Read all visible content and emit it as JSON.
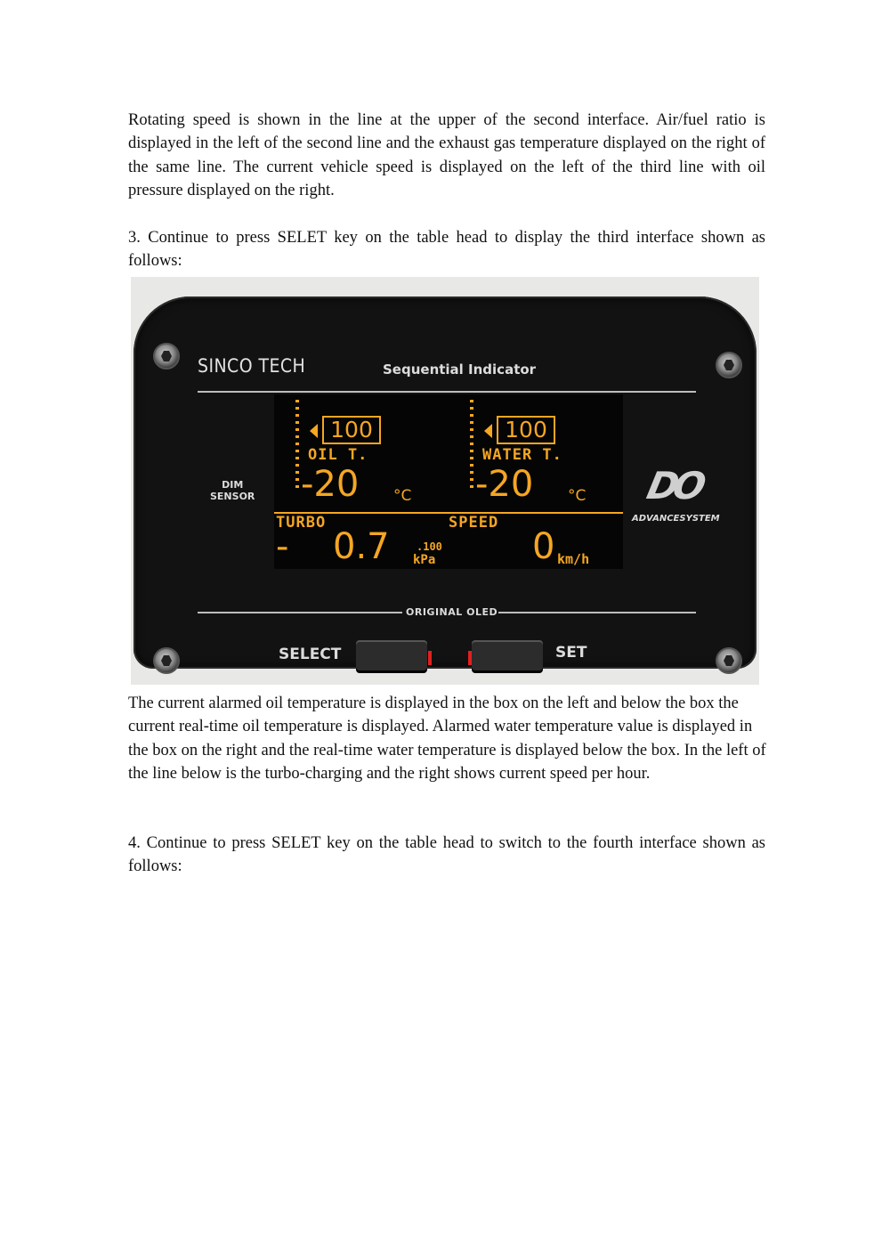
{
  "paragraphs": {
    "p1": "Rotating speed is shown in the line at the upper of the second interface. Air/fuel ratio is displayed in the left of the second line and the exhaust gas temperature displayed on the right of the same line. The current vehicle speed is displayed on the left of the third line with oil pressure displayed on the right.",
    "p2": "3. Continue to press SELET key on the table head to display the third interface shown as follows:",
    "p3": "The current alarmed oil temperature is displayed in the box on the left and below the box the current real-time oil temperature is displayed. Alarmed water temperature value is displayed in the box on the right and the real-time water temperature is displayed below the box. In the left of the line below is the turbo-charging and the right shows current speed per hour.",
    "p4": "4. Continue to press SELET key on the table head to switch to the fourth interface shown as follows:"
  },
  "device": {
    "brand": "SINCO TECH",
    "subtitle": "Sequential Indicator",
    "dim_sensor": "DIM\nSENSOR",
    "logo": "DO",
    "logo_sub": "ADVANCESYSTEM",
    "oled_label": "ORIGINAL OLED",
    "select_label": "SELECT",
    "set_label": "SET",
    "display": {
      "oil_alarm": "100",
      "oil_label": "OIL T.",
      "oil_value": "-20",
      "oil_unit": "°C",
      "water_alarm": "100",
      "water_label": "WATER T.",
      "water_value": "-20",
      "water_unit": "°C",
      "turbo_label": "TURBO",
      "turbo_sign": "-",
      "turbo_value": "0.7",
      "turbo_unit_scale": ".100",
      "turbo_unit": "kPa",
      "speed_label": "SPEED",
      "speed_value": "0",
      "speed_unit": "km/h"
    }
  },
  "colors": {
    "oled_amber": "#f5a623",
    "bezel": "#121212"
  }
}
